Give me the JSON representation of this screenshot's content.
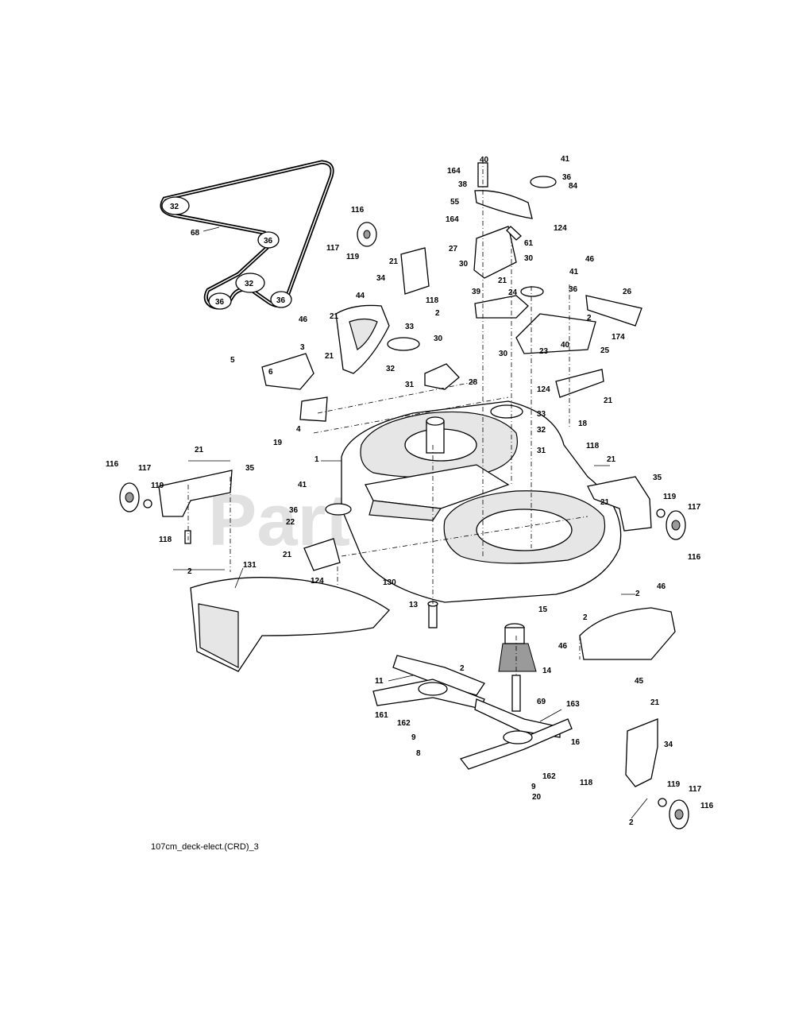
{
  "watermark": {
    "text": "PartsTree",
    "tm": "TM"
  },
  "caption": "107cm_deck-elect.(CRD)_3",
  "belt": {
    "part_no": "68",
    "pulley_labels": [
      "32",
      "36",
      "32",
      "36",
      "36"
    ]
  },
  "part_labels": [
    "40",
    "41",
    "164",
    "36",
    "84",
    "38",
    "55",
    "164",
    "124",
    "116",
    "61",
    "27",
    "30",
    "30",
    "117",
    "119",
    "21",
    "34",
    "118",
    "41",
    "36",
    "46",
    "39",
    "21",
    "26",
    "24",
    "2",
    "44",
    "46",
    "33",
    "30",
    "2",
    "21",
    "174",
    "3",
    "32",
    "28",
    "30",
    "23",
    "40",
    "25",
    "21",
    "31",
    "124",
    "5",
    "6",
    "21",
    "33",
    "18",
    "4",
    "19",
    "32",
    "31",
    "1",
    "118",
    "21",
    "116",
    "117",
    "21",
    "35",
    "119",
    "41",
    "35",
    "21",
    "119",
    "117",
    "36",
    "118",
    "22",
    "116",
    "21",
    "2",
    "131",
    "124",
    "130",
    "2",
    "46",
    "13",
    "15",
    "2",
    "2",
    "46",
    "45",
    "11",
    "14",
    "69",
    "163",
    "161",
    "162",
    "9",
    "8",
    "16",
    "21",
    "34",
    "162",
    "118",
    "9",
    "20",
    "119",
    "117",
    "116",
    "2"
  ]
}
